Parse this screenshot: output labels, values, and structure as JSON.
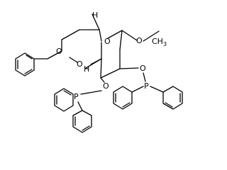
{
  "structure": {
    "atom_labels": {
      "ring_oxygen_top": "O",
      "acetal_oxygen_left": "O",
      "methoxy_oxygen": "O",
      "methyl": "CH",
      "methyl_subscript": "3",
      "ring_oxygen_lower": "O",
      "hydrogen_top": "H",
      "hydrogen_bottom": "H",
      "phosphinite_oxygen_left": "O",
      "phosphinite_oxygen_right": "O",
      "phosphorus_left": "P",
      "phosphorus_right": "P"
    }
  }
}
